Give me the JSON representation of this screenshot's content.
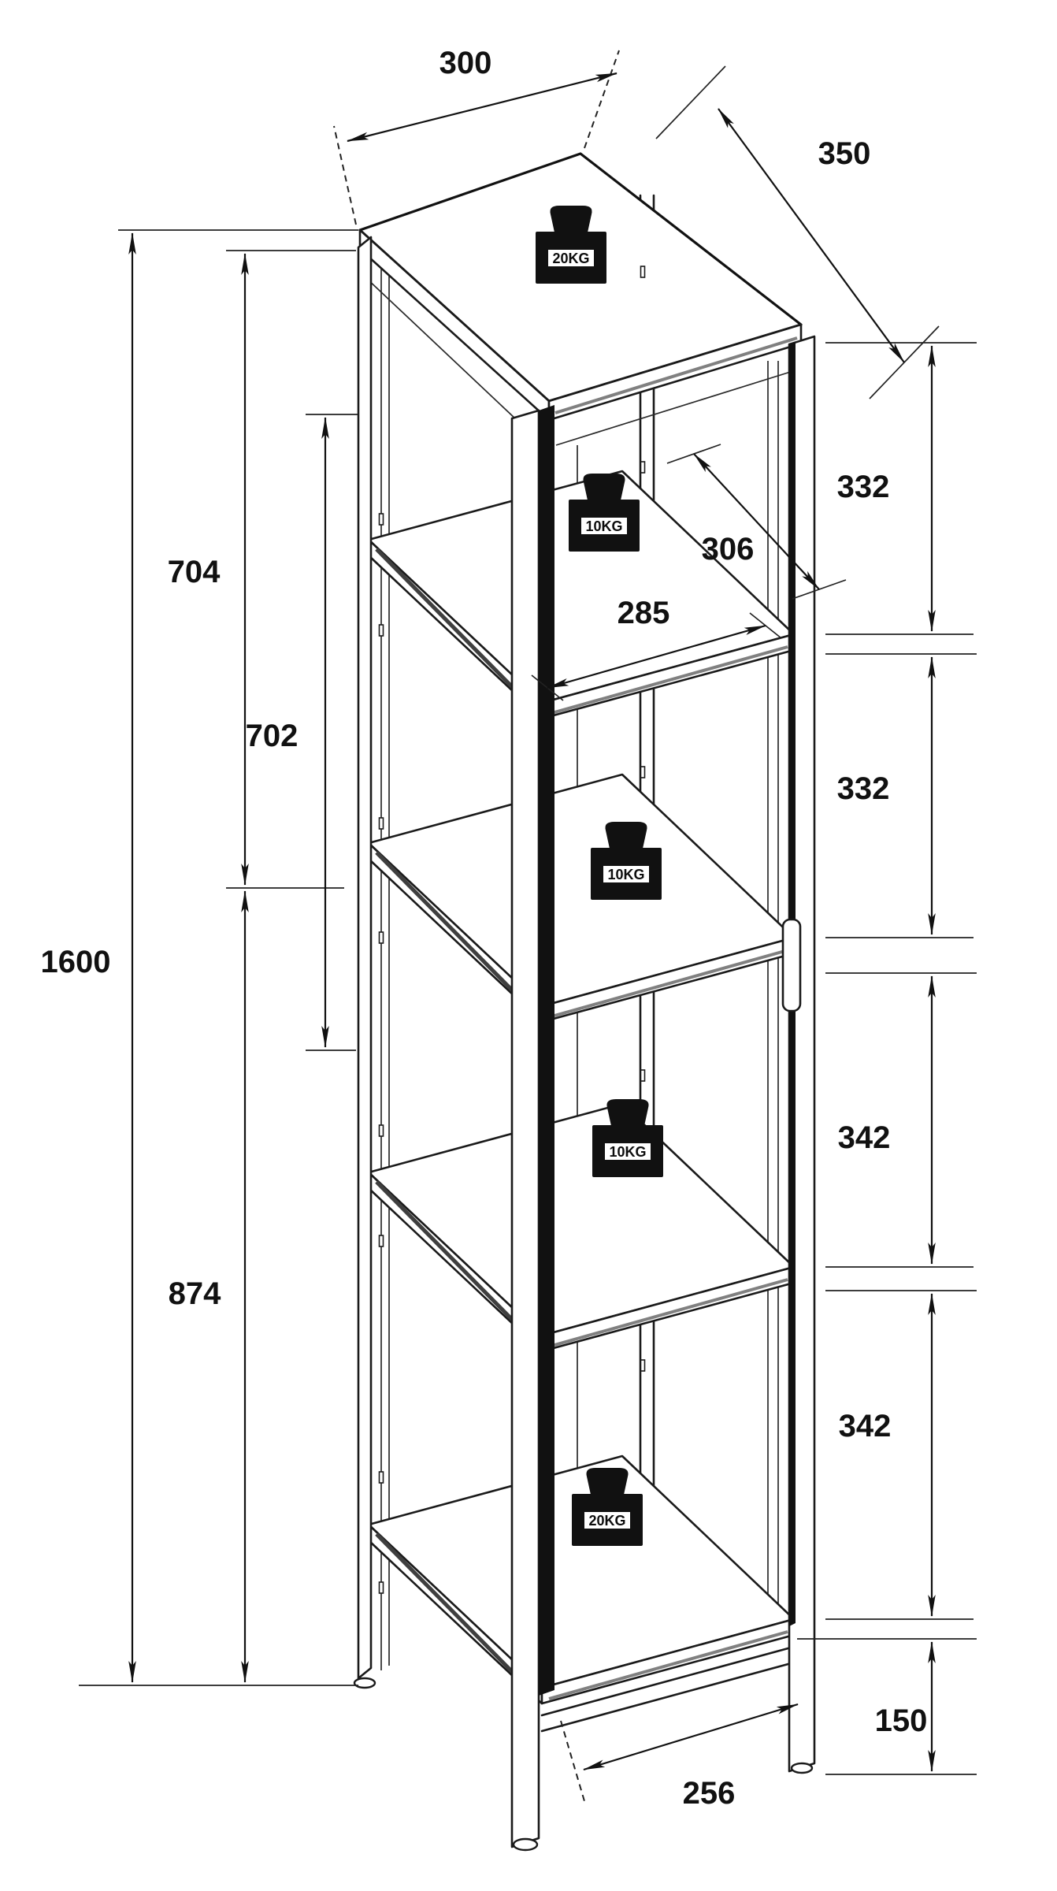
{
  "drawing": {
    "dimensions": {
      "top_width": "300",
      "top_depth": "350",
      "total_height": "1600",
      "upper_section": "704",
      "middle_section": "702",
      "lower_section": "874",
      "shelf_gap_1": "332",
      "shelf_gap_2": "332",
      "shelf_gap_3": "342",
      "shelf_gap_4": "342",
      "base_height": "150",
      "inner_depth": "306",
      "inner_width": "285",
      "base_depth": "256"
    },
    "load_labels": {
      "top": "20KG",
      "shelf_1": "10KG",
      "shelf_2": "10KG",
      "shelf_3": "10KG",
      "bottom": "20KG"
    },
    "colors": {
      "line": "#1a1a1a",
      "text": "#111111",
      "muted_text": "#7d7d7d",
      "background": "#ffffff"
    }
  }
}
